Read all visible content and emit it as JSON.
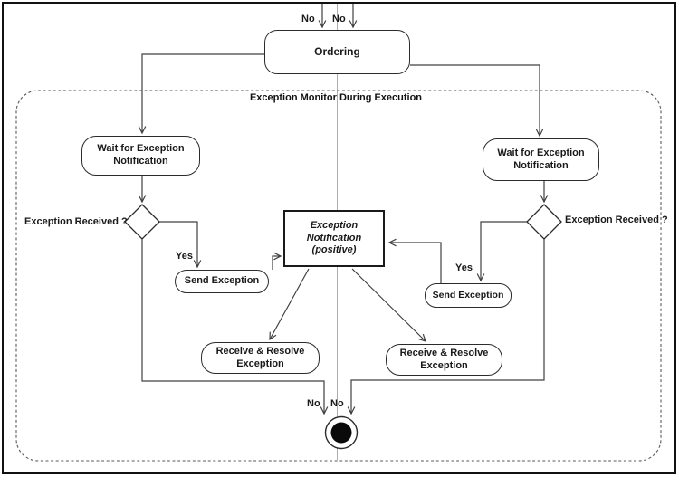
{
  "diagram": {
    "container_title": "Exception Monitor During Execution",
    "nodes": {
      "ordering": "Ordering",
      "wait_left": "Wait for Exception Notification",
      "wait_right": "Wait for Exception Notification",
      "send_left": "Send Exception",
      "send_right": "Send Exception",
      "notification": {
        "line1": "Exception Notification",
        "line2": "(positive)"
      },
      "receive_left": "Receive & Resolve Exception",
      "receive_right": "Receive & Resolve Exception"
    },
    "labels": {
      "no_top_left": "No",
      "no_top_right": "No",
      "no_bottom_left": "No",
      "no_bottom_right": "No",
      "yes_left": "Yes",
      "yes_right": "Yes",
      "exception_received_left": "Exception Received ?",
      "exception_received_right": "Exception Received ?"
    },
    "colors": {
      "edge": "#404040",
      "node_border": "#2b2b2b",
      "node_fill": "#ffffff",
      "container_border": "#5a5a5a",
      "center_line": "#adadad",
      "final_node_fill": "#0a0a0a",
      "frame": "#111111"
    }
  }
}
